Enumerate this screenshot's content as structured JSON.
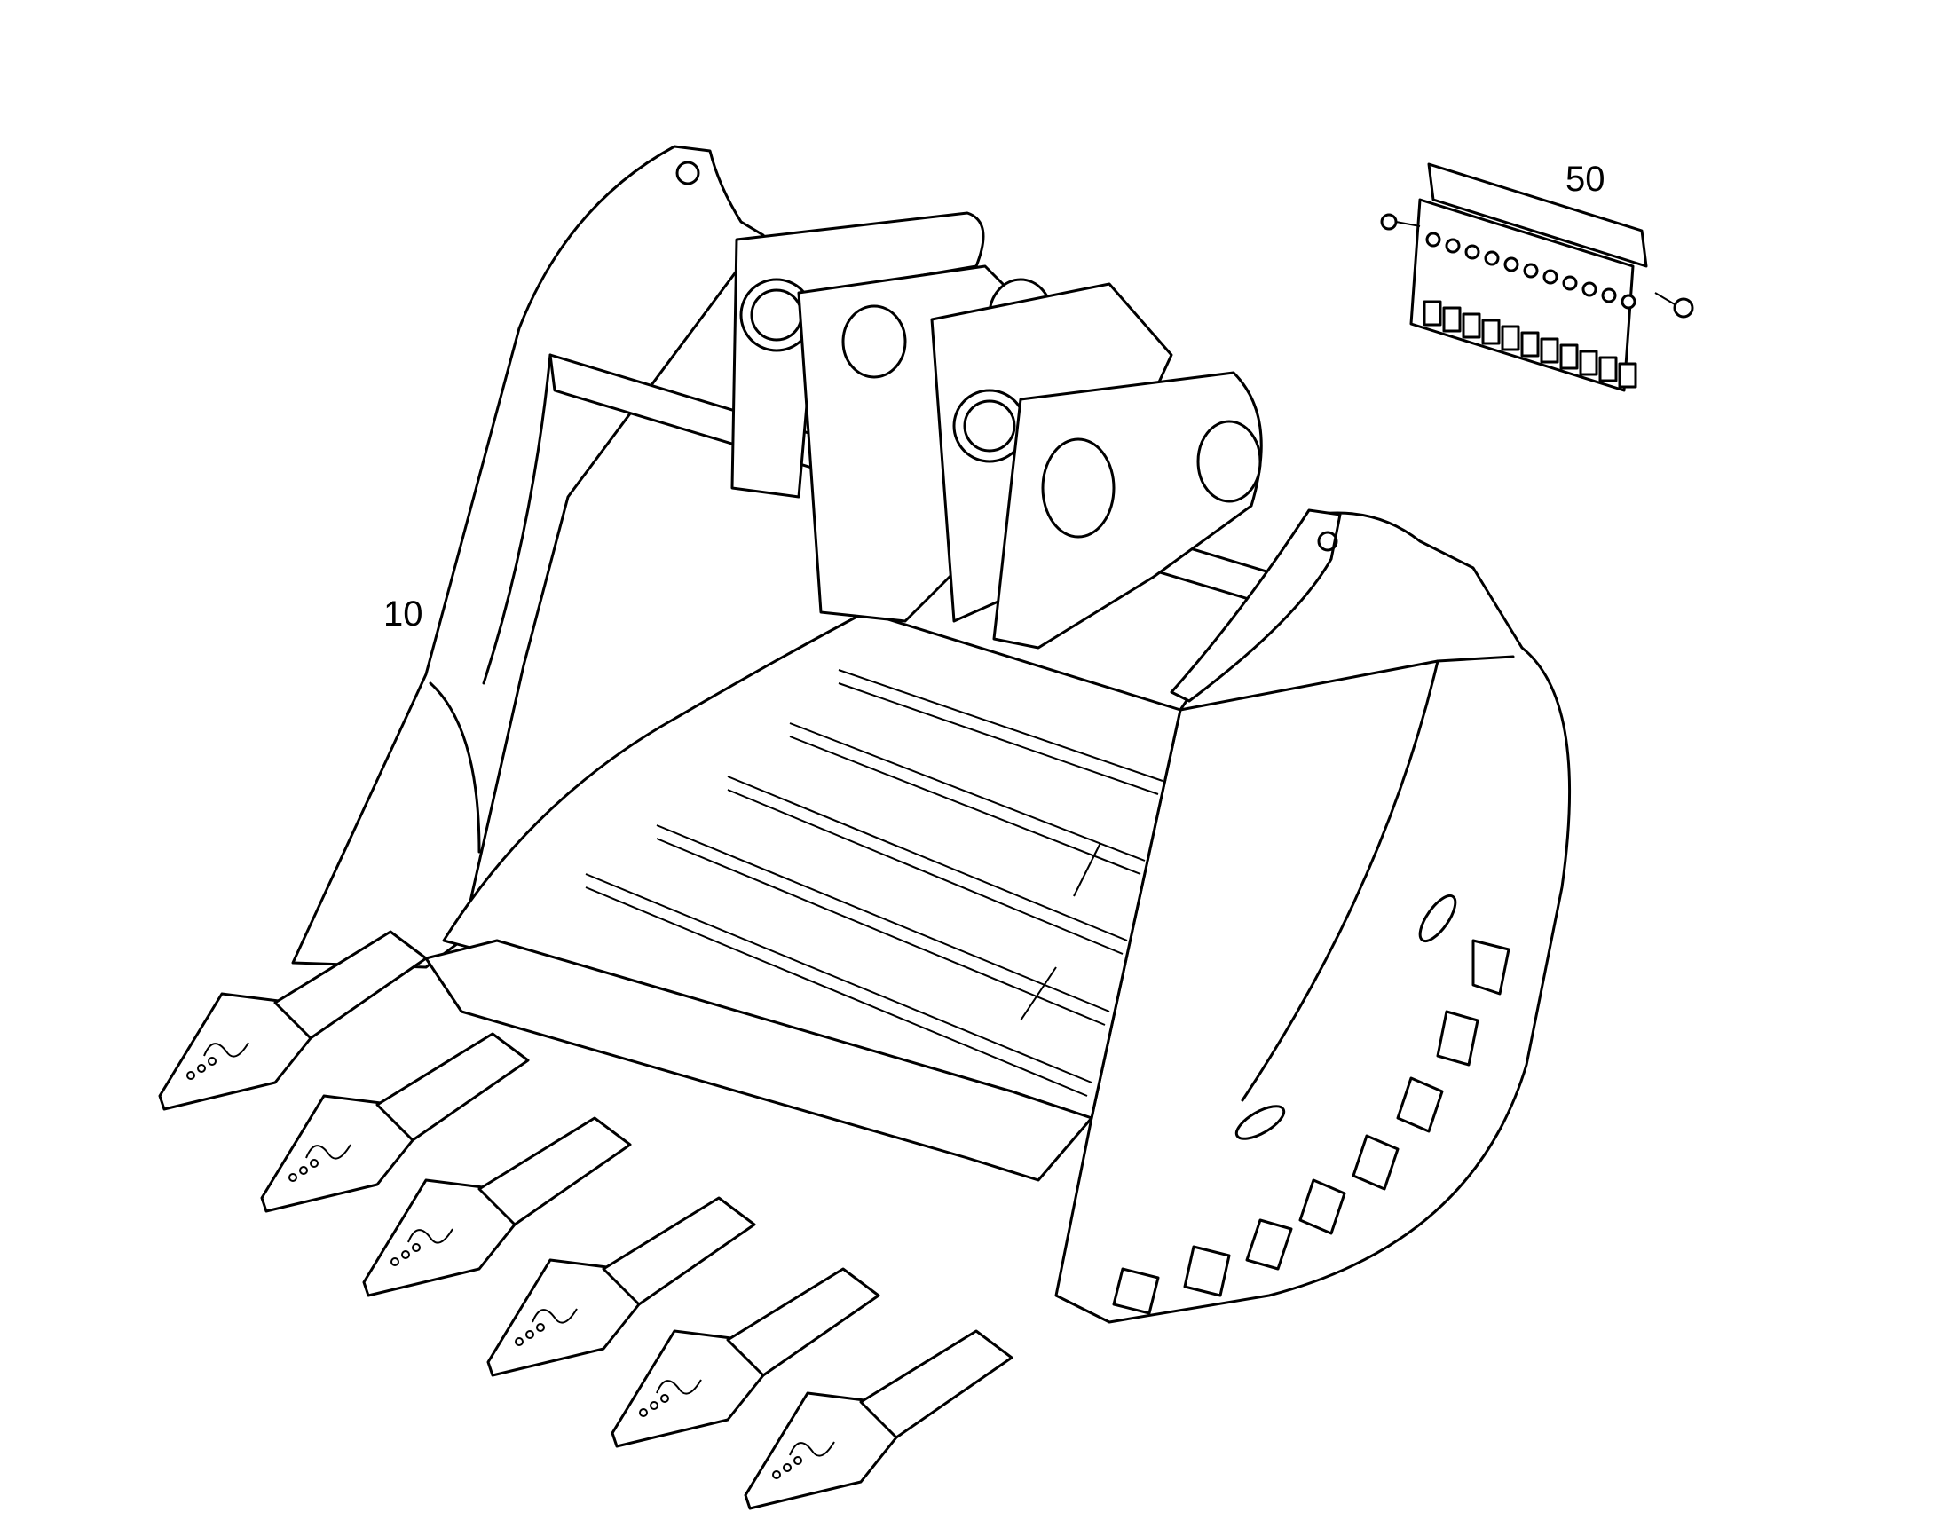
{
  "diagram": {
    "callouts": [
      {
        "id": "10",
        "label": "10"
      },
      {
        "id": "50",
        "label": "50"
      }
    ],
    "parts": [
      {
        "name": "excavator-bucket",
        "callout": "10"
      },
      {
        "name": "tooth-set",
        "callout": "50"
      }
    ],
    "line_color": "#000000",
    "background": "#ffffff"
  }
}
